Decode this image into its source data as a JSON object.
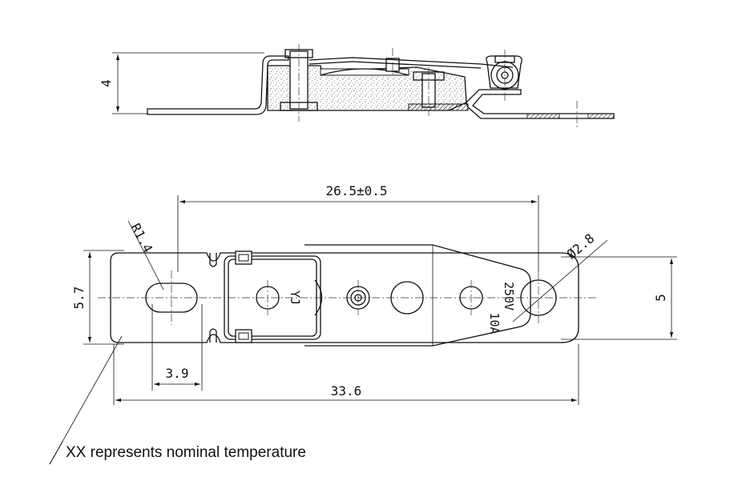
{
  "side_view": {
    "height_dim": "4"
  },
  "plan_view": {
    "dim_length_center": "26.5±0.5",
    "dim_radius": "R1.4",
    "dim_hole_dia": "Ø2.8",
    "dim_width_left": "5.7",
    "dim_width_right": "5",
    "dim_hole_offset": "3.9",
    "dim_overall_length": "33.6",
    "body_marking": "YJ",
    "rating_voltage": "250V",
    "rating_current": "10A"
  },
  "note": {
    "text": "XX represents nominal temperature"
  }
}
